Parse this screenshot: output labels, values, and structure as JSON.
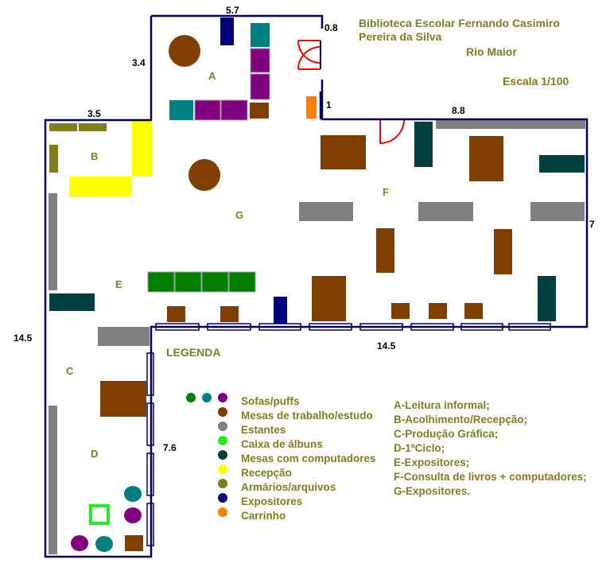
{
  "title": {
    "line1": "Biblioteca Escolar Fernando Casimiro",
    "line2": "Pereira da Silva",
    "city": "Rio Maior",
    "scale": "Escala 1/100"
  },
  "dimensions": [
    "5.7",
    "0.8",
    "3.4",
    "1",
    "3.5",
    "8.8",
    "7",
    "14.5",
    "14.5",
    "7.6"
  ],
  "zones": [
    "A",
    "B",
    "C",
    "D",
    "E",
    "F",
    "G"
  ],
  "legend": {
    "title": "LEGENDA",
    "items": [
      {
        "label": "Sofas/puffs",
        "colors": [
          "#007f00",
          "#008080",
          "#800080"
        ]
      },
      {
        "label": "Mesas de trabalho/estudo",
        "colors": [
          "#7f3f00"
        ]
      },
      {
        "label": "Estantes",
        "colors": [
          "#808080"
        ]
      },
      {
        "label": "Caixa de álbuns",
        "colors": [
          "#22ee22"
        ]
      },
      {
        "label": "Mesas com computadores",
        "colors": [
          "#004040"
        ]
      },
      {
        "label": "Recepção",
        "colors": [
          "#ffff00"
        ]
      },
      {
        "label": "Armários/arquivos",
        "colors": [
          "#7f7f1f"
        ]
      },
      {
        "label": "Expositores",
        "colors": [
          "#00007f"
        ]
      },
      {
        "label": "Carrinho",
        "colors": [
          "#ff7f00"
        ]
      }
    ]
  },
  "areas": [
    "A-Leitura informal;",
    "B-Acolhimento/Recepção;",
    "C-Produção Gráfica;",
    "D-1ºCiclo;",
    "E-Expositores;",
    "F-Consulta de livros + computadores;",
    "G-Expositores."
  ],
  "colors": {
    "wall": "#00005f",
    "label_olive": "#7f7f1f",
    "door": "#ff0000"
  }
}
